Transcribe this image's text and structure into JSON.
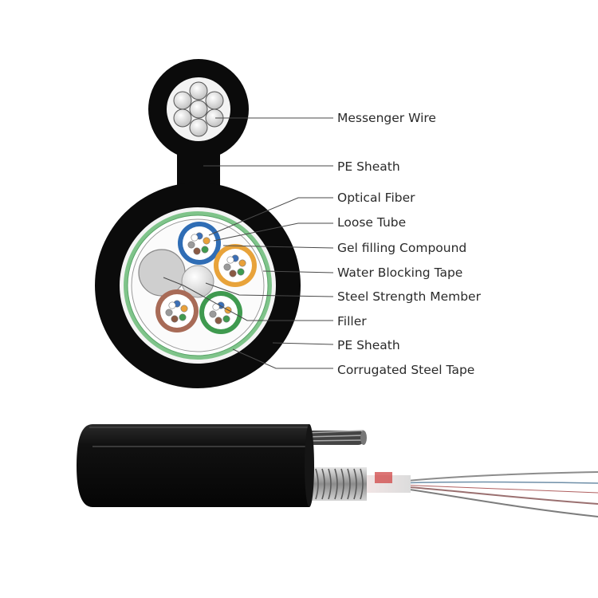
{
  "labels": {
    "messenger_wire": "Messenger Wire",
    "pe_sheath_upper": "PE Sheath",
    "optical_fiber": "Optical Fiber",
    "loose_tube": "Loose Tube",
    "gel_filling": "Gel filling Compound",
    "water_blocking": "Water Blocking Tape",
    "steel_strength": "Steel Strength Member",
    "filler": "Filler",
    "pe_sheath_lower": "PE Sheath",
    "corrugated_tape": "Corrugated Steel Tape"
  },
  "colors": {
    "sheath": "#0b0b0b",
    "water_blocking_ring": "#7fc48a",
    "messenger_strand": "#d2d2d2",
    "loose_tube_blue": "#2f6db5",
    "loose_tube_orange": "#e8a33a",
    "loose_tube_brown": "#a86b57",
    "loose_tube_green": "#3f9a4f",
    "filler": "#c9c9c9",
    "fiber_colors": [
      "#3b6fb6",
      "#e9a13a",
      "#3f9a4f",
      "#8a5a44",
      "#9a9a9a",
      "#ffffff"
    ]
  }
}
